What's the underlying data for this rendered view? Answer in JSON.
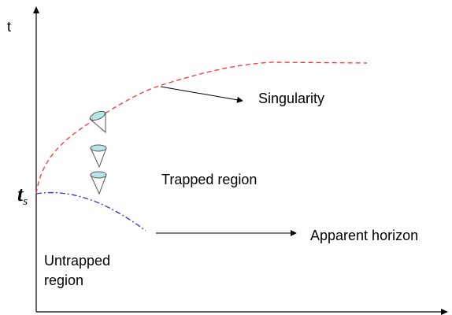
{
  "labels": {
    "t_axis": "t",
    "ts_main": "t",
    "ts_sub": "s",
    "singularity": "Singularity",
    "trapped_region": "Trapped region",
    "apparent_horizon": "Apparent horizon",
    "untrapped_line1": "Untrapped",
    "untrapped_line2": "region"
  },
  "colors": {
    "singularity_curve": "#ff3333",
    "horizon_curve": "#3333cc",
    "cone_fill": "#b8e4e6",
    "cone_edge": "#555555",
    "axis": "#000000"
  },
  "icons": {
    "light_cone": "light-cone-icon"
  }
}
